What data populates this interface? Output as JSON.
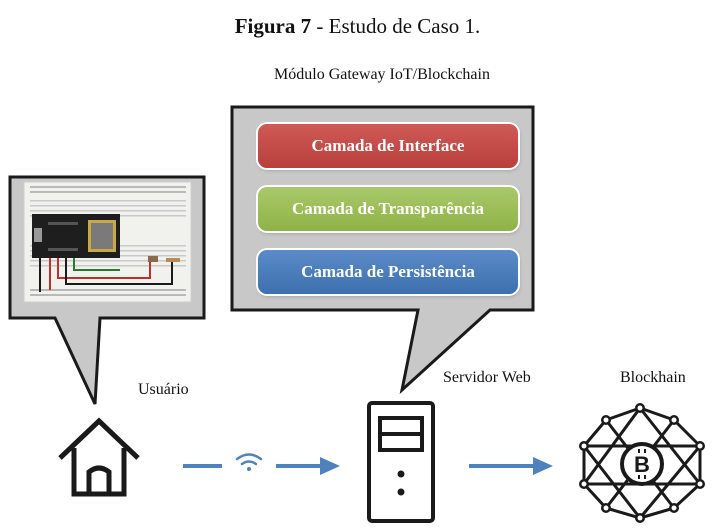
{
  "caption": {
    "bold": "Figura 7",
    "rest": " - Estudo de Caso 1."
  },
  "module": {
    "title": "Módulo Gateway IoT/Blockchain",
    "layers": [
      {
        "label": "Camada de Interface",
        "color": "#c0504d"
      },
      {
        "label": "Camada de Transparência",
        "color": "#9bbb59"
      },
      {
        "label": "Camada de Persistência",
        "color": "#4f81bd"
      }
    ]
  },
  "labels": {
    "usuario": "Usuário",
    "servidor": "Servidor Web",
    "blockchain": "Blockhain"
  },
  "icons": {
    "home": "house-icon",
    "wifi": "wifi-icon",
    "server": "server-icon",
    "blockchain": "bitcoin-network-icon",
    "device": "breadboard-board-icon"
  },
  "colors": {
    "arrow": "#4f81bd",
    "callout_bg": "#c6c6c6",
    "callout_border": "#222222"
  }
}
